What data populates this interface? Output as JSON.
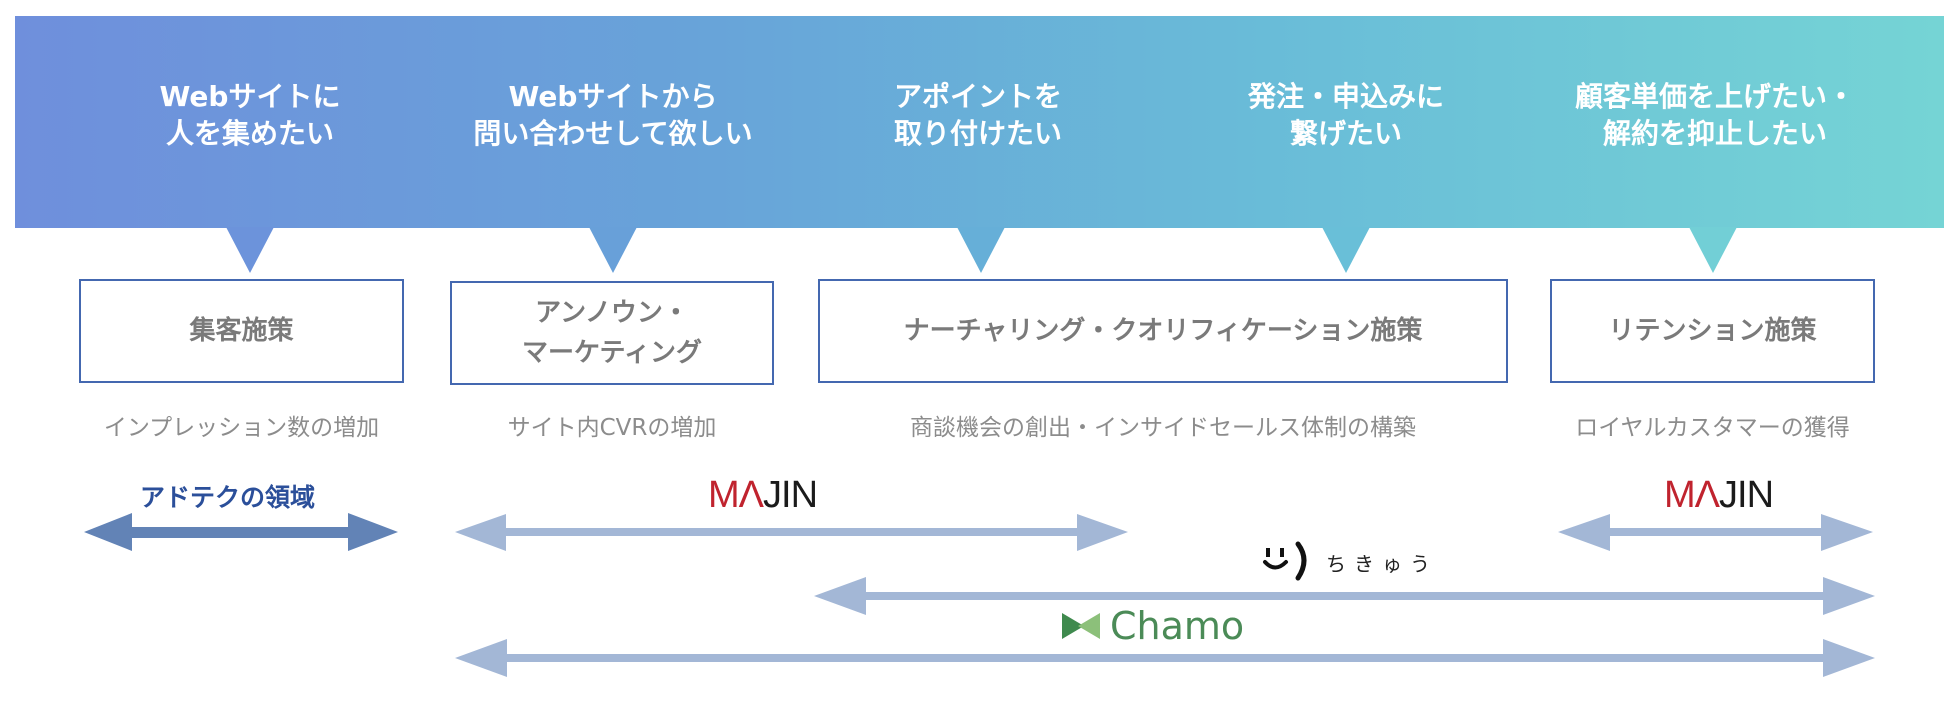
{
  "goals": [
    {
      "line1": "Webサイトに",
      "line2": "人を集めたい"
    },
    {
      "line1": "Webサイトから",
      "line2": "問い合わせして欲しい"
    },
    {
      "line1": "アポイントを",
      "line2": "取り付けたい"
    },
    {
      "line1": "発注・申込みに",
      "line2": "繋げたい"
    },
    {
      "line1": "顧客単価を上げたい・",
      "line2": "解約を抑止したい"
    }
  ],
  "measures": [
    {
      "label": "集客施策",
      "label2": "",
      "subtitle": "インプレッション数の増加"
    },
    {
      "label": "アンノウン・",
      "label2": "マーケティング",
      "subtitle": "サイト内CVRの増加"
    },
    {
      "label": "ナーチャリング・クオリフィケーション施策",
      "label2": "",
      "subtitle": "商談機会の創出・インサイドセールス体制の構築"
    },
    {
      "label": "リテンション施策",
      "label2": "",
      "subtitle": "ロイヤルカスタマーの獲得"
    }
  ],
  "coverage": {
    "adtech_label": "アドテクの領域",
    "majin_left": {
      "ma": "MΛ",
      "jin": "JIN"
    },
    "majin_right": {
      "ma": "MΛ",
      "jin": "JIN"
    },
    "chikyu": {
      "face": "ﾟ)",
      "text": "ちきゅう"
    },
    "chamo": {
      "text": "Chamo"
    }
  },
  "colors": {
    "band_start": "#6f8fdc",
    "band_end": "#75d4d5",
    "box_border": "#4468b0",
    "arrow_dark": "#6283b6",
    "arrow_light": "#a3b7d6",
    "majin_red": "#c0232e",
    "chamo_green": "#4b8b57",
    "adtech_text": "#2b4f9a"
  }
}
